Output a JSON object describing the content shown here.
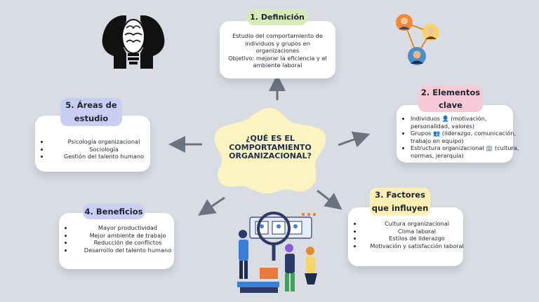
{
  "center": {
    "title": "¿QUÉ ES EL COMPORTAMIENTO ORGANIZACIONAL?"
  },
  "definicion": {
    "heading": "1. Definición",
    "line1": "Estudio del comportamiento de individuos y grupos en organizaciones",
    "line2": "Objetivo: mejorar la eficiencia y el ambiente laboral"
  },
  "elementos": {
    "heading": "2. Elementos clave",
    "items": [
      "Individuos 👤 (motivación, personalidad, valores)",
      "Grupos 👥 (liderazgo, comunicación, trabajo en equipo)",
      "Estructura organizacional 🏢 (cultura, normas, jerarquía)"
    ]
  },
  "factores": {
    "heading": "3. Factores que influyen",
    "items": [
      "Cultura organizacional",
      "Clima laboral",
      "Estilos de liderazgo",
      "Motivación y satisfacción laboral"
    ]
  },
  "beneficios": {
    "heading": "4. Beneficios",
    "items": [
      "Mayor productividad",
      "Mejor ambiente de trabajo",
      "Reducción de conflictos",
      "Desarrollo del talento humano"
    ]
  },
  "areas": {
    "heading": "5. Áreas de estudio",
    "items": [
      "Psicología organizacional",
      "Sociología",
      "Gestión del talento humano"
    ]
  },
  "colors": {
    "background": "#d9dde3",
    "center_blob": "#fbf4c0",
    "tag_green": "#d6ecb8",
    "tag_pink": "#f6c9d6",
    "tag_yellow": "#fbefb3",
    "tag_blue": "#c9cff2",
    "arrow": "#6b7380"
  }
}
